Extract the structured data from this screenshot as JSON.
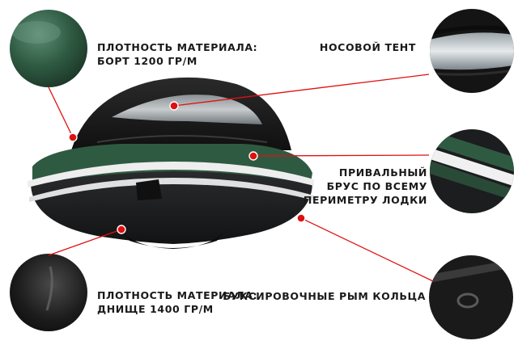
{
  "callouts": {
    "side_material": {
      "line1": "ПЛОТНОСТЬ МАТЕРИАЛА:",
      "line2": "БОРТ 1200 ГР/М"
    },
    "bow_tent": {
      "line1": "НОСОВОЙ ТЕНТ"
    },
    "fender": {
      "line1": "ПРИВАЛЬНЫЙ",
      "line2": "БРУС ПО ВСЕМУ",
      "line3": "ПЕРИМЕТРУ ЛОДКИ"
    },
    "bottom_material": {
      "line1": "ПЛОТНОСТЬ МАТЕРИАЛА:",
      "line2": "ДНИЩЕ 1400 ГР/М"
    },
    "tow_rings": {
      "line1": "БУКСИРОВОЧНЫЕ РЫМ КОЛЬЦА"
    }
  },
  "colors": {
    "marker": "#e01010",
    "boat_black": "#1b1c1d",
    "boat_green": "#2f5a42",
    "stripe": "#f2f2f2"
  }
}
